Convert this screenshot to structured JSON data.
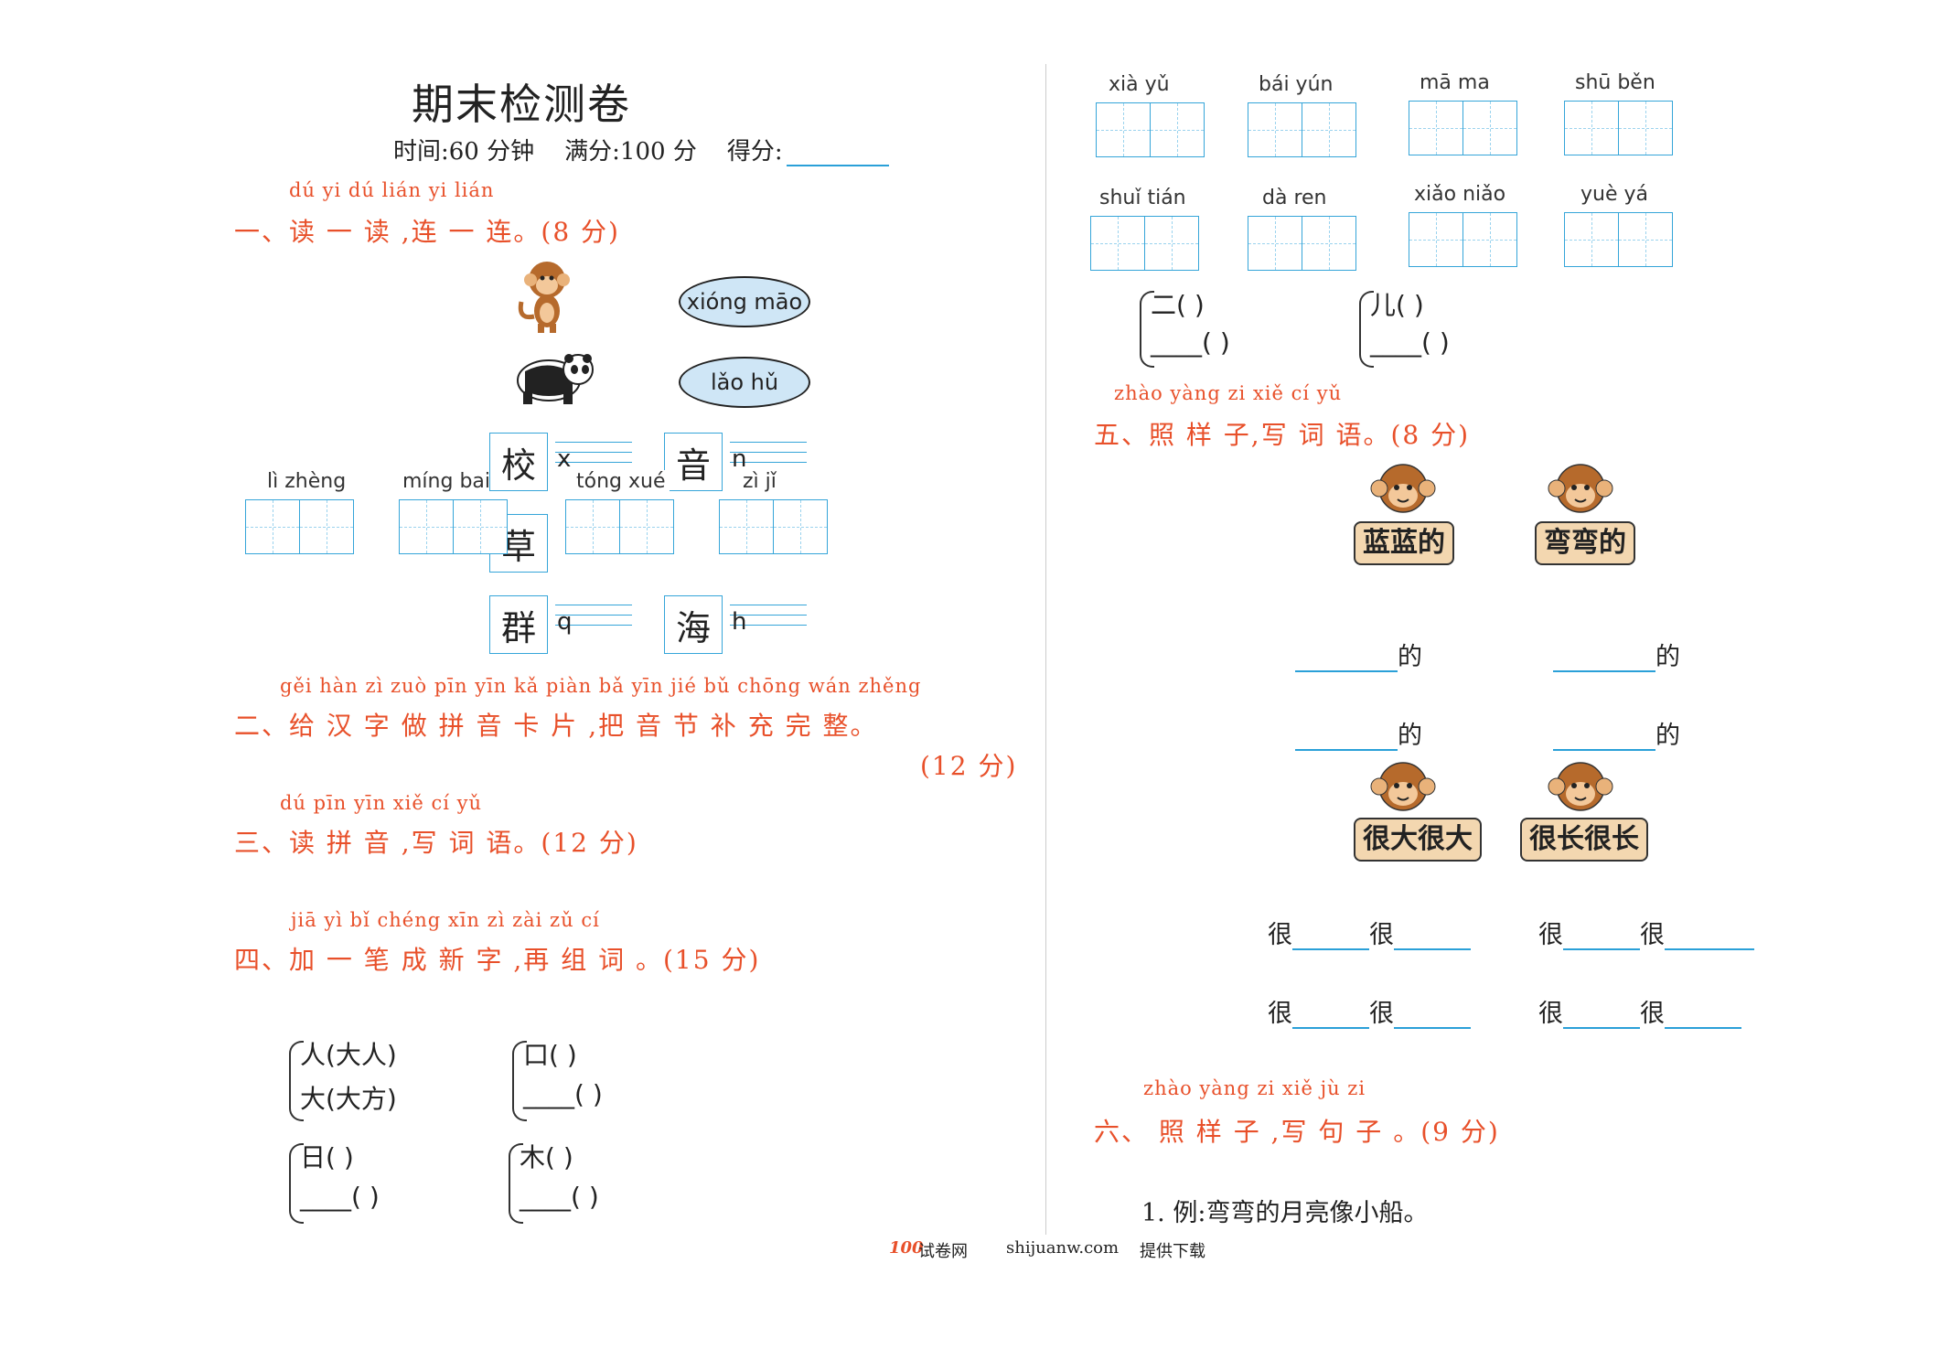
{
  "header": {
    "title": "期末检测卷",
    "time": "时间:60 分钟",
    "full_score": "满分:100 分",
    "score_label": "得分:"
  },
  "section1": {
    "pinyin": "dú   yi  dú  lián  yi  lián",
    "heading": "一、读 一 读 ,连 一 连。(8 分)",
    "ovals": [
      "xióng māo",
      "lǎo hǔ"
    ],
    "animal_icons": [
      "monkey-icon",
      "panda-icon"
    ]
  },
  "section2": {
    "chars": [
      "校",
      "音",
      "草",
      "群",
      "海"
    ],
    "card_letters": [
      "x",
      "n",
      "q",
      "h"
    ],
    "pinyin": "gěi  hàn  zì  zuò  pīn  yīn  kǎ  piàn  bǎ  yīn  jié  bǔ  chōng  wán  zhěng",
    "heading": "二、给 汉 字 做 拼 音  卡 片 ,把 音 节 补  充    完   整。",
    "score": "(12 分)"
  },
  "section3": {
    "pinyin": "dú   pīn yīn  xiě  cí  yǔ",
    "heading": "三、读 拼 音 ,写 词 语。(12 分)",
    "left_items": [
      "lì  zhèng",
      "míng  bai",
      "tóng  xué",
      "zì    jǐ"
    ],
    "right_row1": [
      "xià    yǔ",
      "bái   yún",
      "mā    ma",
      "shū   běn"
    ],
    "right_row2": [
      "shuǐ  tián",
      "dà     ren",
      "xiǎo  niǎo",
      "yuè    yá"
    ]
  },
  "section4": {
    "pinyin": "jiā  yì  bǐ  chéng  xīn  zì    zài  zǔ  cí",
    "heading": "四、加 一 笔  成   新 字 ,再 组 词 。(15 分)",
    "groups": [
      {
        "top": "人(大人)",
        "bottom": "大(大方)"
      },
      {
        "top": "口(        )",
        "bottom": "____(        )"
      },
      {
        "top": "日(        )",
        "bottom": "____(        )"
      },
      {
        "top": "木(        )",
        "bottom": "____(        )"
      },
      {
        "top": "二(        )",
        "bottom": "____(        )"
      },
      {
        "top": "儿(        )",
        "bottom": "____(        )"
      }
    ]
  },
  "section5": {
    "pinyin": "zhào  yàng  zi  xiě  cí  yǔ",
    "heading": "五、照   样   子,写   词  语。(8 分)",
    "tags_top": [
      "蓝蓝的",
      "弯弯的"
    ],
    "tags_bottom": [
      "很大很大",
      "很长很长"
    ],
    "de": "的",
    "hen": "很"
  },
  "section6": {
    "pinyin": "zhào  yàng  zi    xiě  jù  zi",
    "heading": "六、  照     样   子 ,写    句  子  。(9 分)",
    "example": "1. 例:弯弯的月亮像小船。"
  },
  "footer": {
    "logo": "100",
    "site_name": "试卷网",
    "url": "shijuanw.com",
    "note": "提供下载"
  }
}
